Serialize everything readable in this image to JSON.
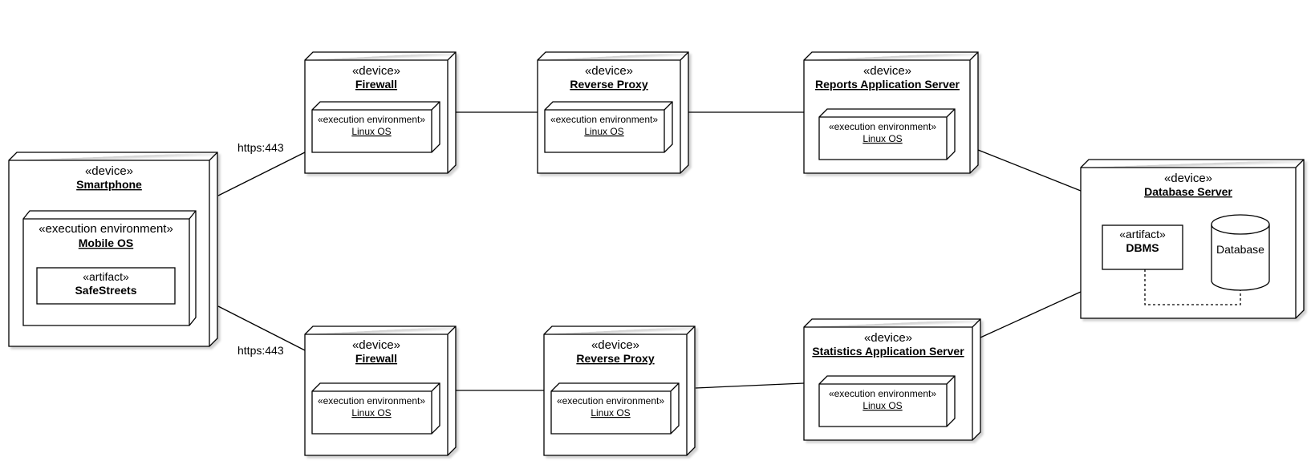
{
  "nodes": {
    "smartphone": {
      "stereotype": "«device»",
      "name": "Smartphone",
      "env": {
        "stereotype": "«execution environment»",
        "name": "Mobile OS"
      },
      "artifact": {
        "stereotype": "«artifact»",
        "name": "SafeStreets"
      }
    },
    "firewall_top": {
      "stereotype": "«device»",
      "name": "Firewall",
      "env": {
        "stereotype": "«execution environment»",
        "name": "Linux OS"
      }
    },
    "proxy_top": {
      "stereotype": "«device»",
      "name": "Reverse Proxy",
      "env": {
        "stereotype": "«execution environment»",
        "name": "Linux OS"
      }
    },
    "reports_server": {
      "stereotype": "«device»",
      "name": "Reports Application Server",
      "env": {
        "stereotype": "«execution environment»",
        "name": "Linux OS"
      }
    },
    "firewall_bottom": {
      "stereotype": "«device»",
      "name": "Firewall",
      "env": {
        "stereotype": "«execution environment»",
        "name": "Linux OS"
      }
    },
    "proxy_bottom": {
      "stereotype": "«device»",
      "name": "Reverse Proxy",
      "env": {
        "stereotype": "«execution environment»",
        "name": "Linux OS"
      }
    },
    "statistics_server": {
      "stereotype": "«device»",
      "name": "Statistics Application Server",
      "env": {
        "stereotype": "«execution environment»",
        "name": "Linux OS"
      }
    },
    "database_server": {
      "stereotype": "«device»",
      "name": "Database Server",
      "artifact": {
        "stereotype": "«artifact»",
        "name": "DBMS"
      },
      "database": {
        "label": "Database"
      }
    }
  },
  "edges": {
    "top_protocol": "https:443",
    "bottom_protocol": "https:443"
  }
}
